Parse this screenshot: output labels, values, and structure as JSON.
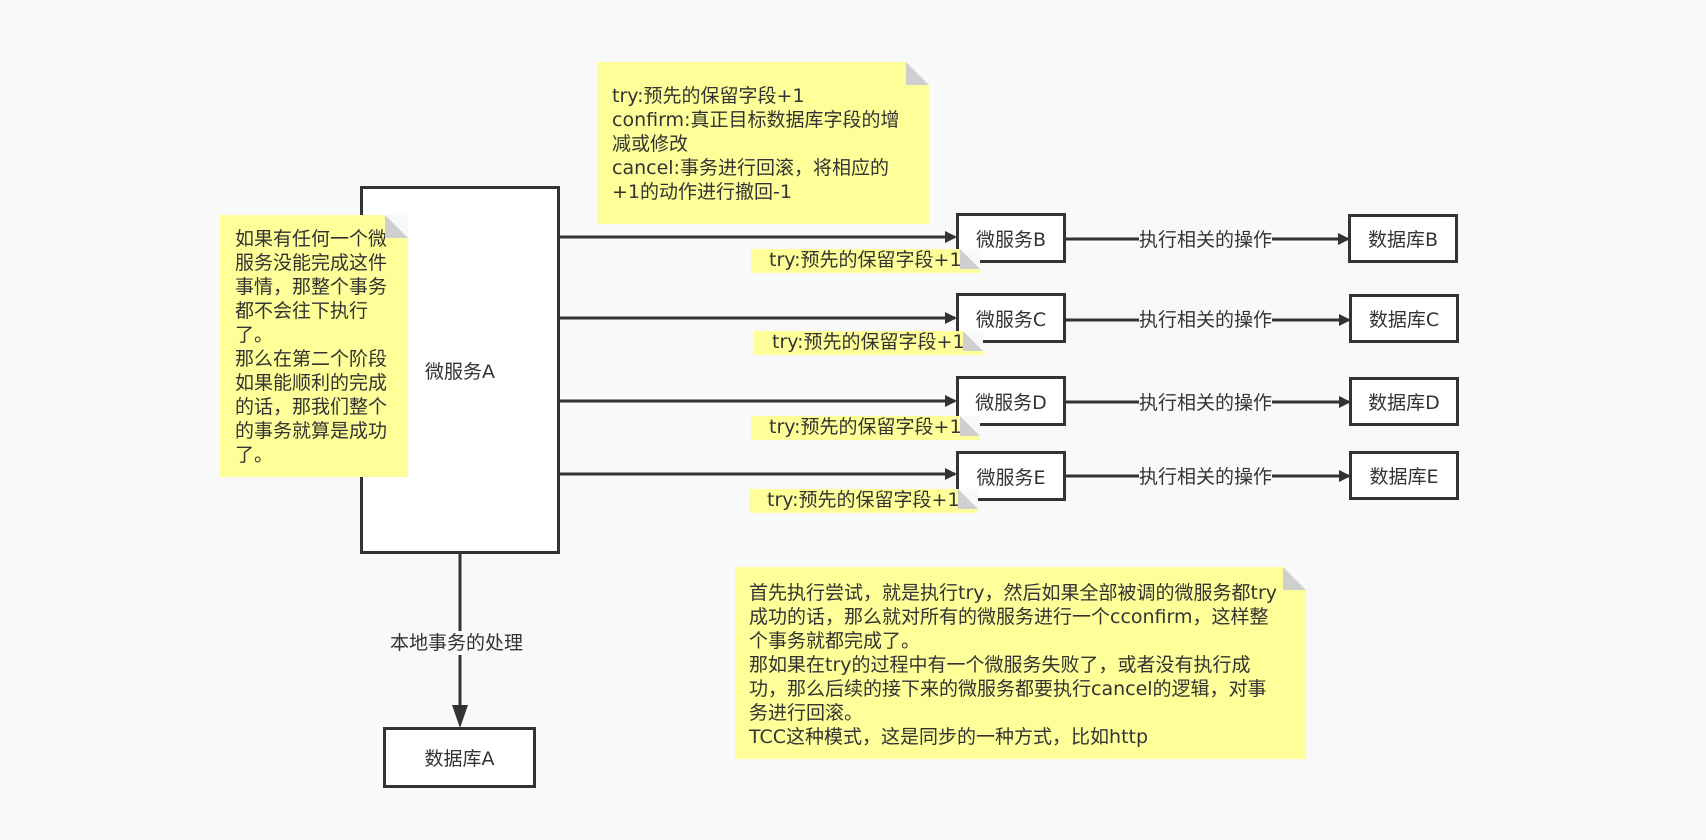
{
  "nodes": {
    "service_a": "微服务A",
    "db_a": "数据库A",
    "services": [
      "微服务B",
      "微服务C",
      "微服务D",
      "微服务E"
    ],
    "databases": [
      "数据库B",
      "数据库C",
      "数据库D",
      "数据库E"
    ]
  },
  "edge_labels": {
    "local": "本地事务的处理",
    "execute": [
      "执行相关的操作",
      "执行相关的操作",
      "执行相关的操作",
      "执行相关的操作"
    ]
  },
  "try_tags": [
    "try:预先的保留字段+1",
    "try:预先的保留字段+1",
    "try:预先的保留字段+1",
    "try:预先的保留字段+1"
  ],
  "notes": {
    "top": "try:预先的保留字段+1\nconfirm:真正目标数据库字段的增\n减或修改\ncancel:事务进行回滚，将相应的\n+1的动作进行撤回-1",
    "left": "如果有任何一个微\n服务没能完成这件\n事情，那整个事务\n都不会往下执行\n了。\n那么在第二个阶段\n如果能顺利的完成\n的话，那我们整个\n的事务就算是成功\n了。",
    "bottom": "首先执行尝试，就是执行try，然后如果全部被调的微服务都try\n成功的话，那么就对所有的微服务进行一个cconfirm，这样整\n个事务就都完成了。\n那如果在try的过程中有一个微服务失败了，或者没有执行成\n功，那么后续的接下来的微服务都要执行cancel的逻辑，对事\n务进行回滚。\nTCC这种模式，这是同步的一种方式，比如http"
  },
  "colors": {
    "note": "#ffff99",
    "stroke": "#333333",
    "background": "#f9f9f9"
  }
}
